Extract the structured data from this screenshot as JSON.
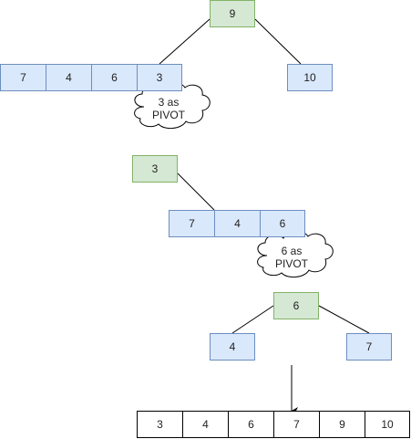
{
  "colors": {
    "cell_fill": "#dae8fc",
    "cell_border": "#6c8ebf",
    "pivot_fill": "#d5e8d4",
    "pivot_border": "#82b366",
    "result_fill": "#ffffff",
    "result_border": "#000000"
  },
  "level1": {
    "pivot": "9",
    "left_partition": [
      "7",
      "4",
      "6",
      "3"
    ],
    "right_partition": "10",
    "pivot_note": [
      "3 as",
      "PIVOT"
    ]
  },
  "level2": {
    "pivot": "3",
    "right_partition": [
      "7",
      "4",
      "6"
    ],
    "pivot_note": [
      "6 as",
      "PIVOT"
    ]
  },
  "level3": {
    "pivot": "6",
    "left": "4",
    "right": "7"
  },
  "sorted_result": [
    "3",
    "4",
    "6",
    "7",
    "9",
    "10"
  ]
}
